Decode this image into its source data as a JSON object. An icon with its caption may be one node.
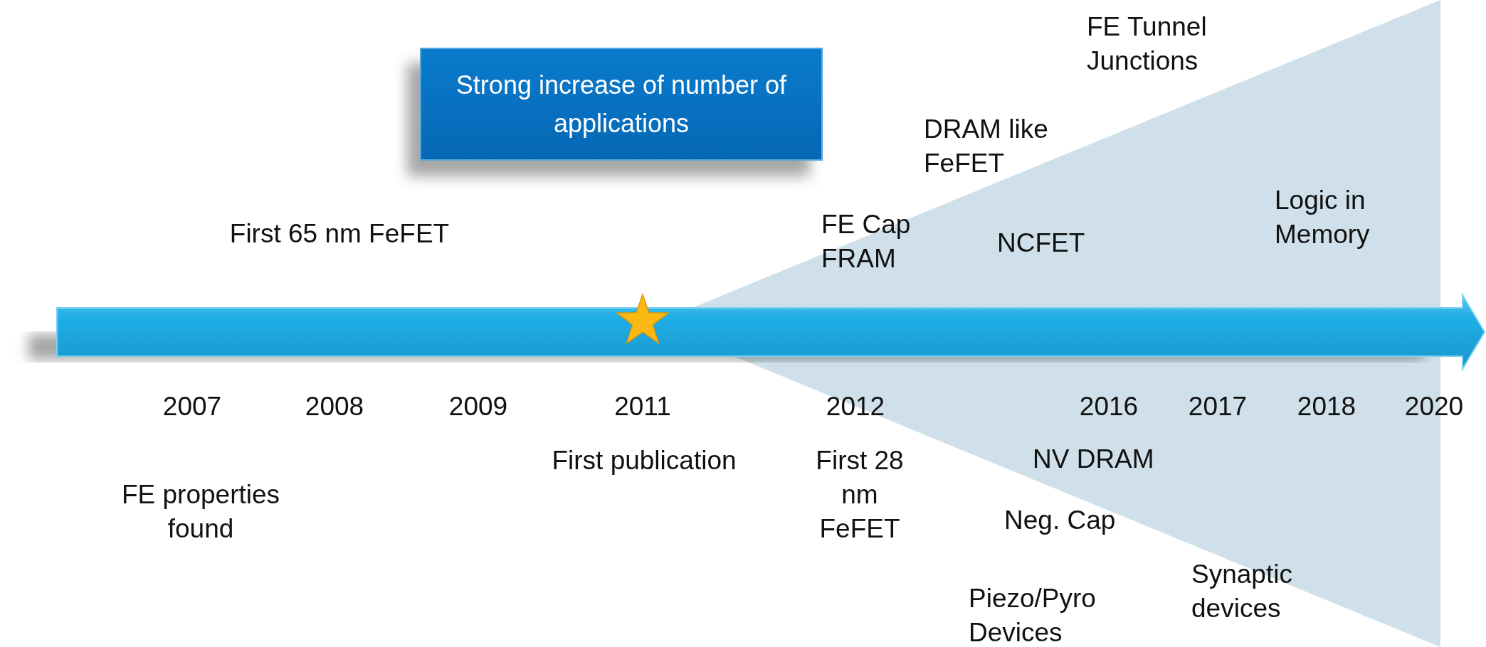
{
  "diagram": {
    "nodes": [
      {
        "text": [
          "Strong increase of number of applications"
        ]
      }
    ],
    "labels": [
      "FE Tunnel Junctions",
      "DRAM like FeFET",
      "Logic in Memory",
      "First 65 nm FeFET",
      "FE Cap FRAM",
      "NCFET",
      "2007",
      "2008",
      "2009",
      "2011",
      "2012",
      "2016",
      "2017",
      "2018",
      "2020",
      "FE properties found",
      "First publication",
      "First 28 nm FeFET",
      "NV DRAM",
      "Neg. Cap",
      "Synaptic devices",
      "Piezo/Pyro Devices"
    ]
  }
}
